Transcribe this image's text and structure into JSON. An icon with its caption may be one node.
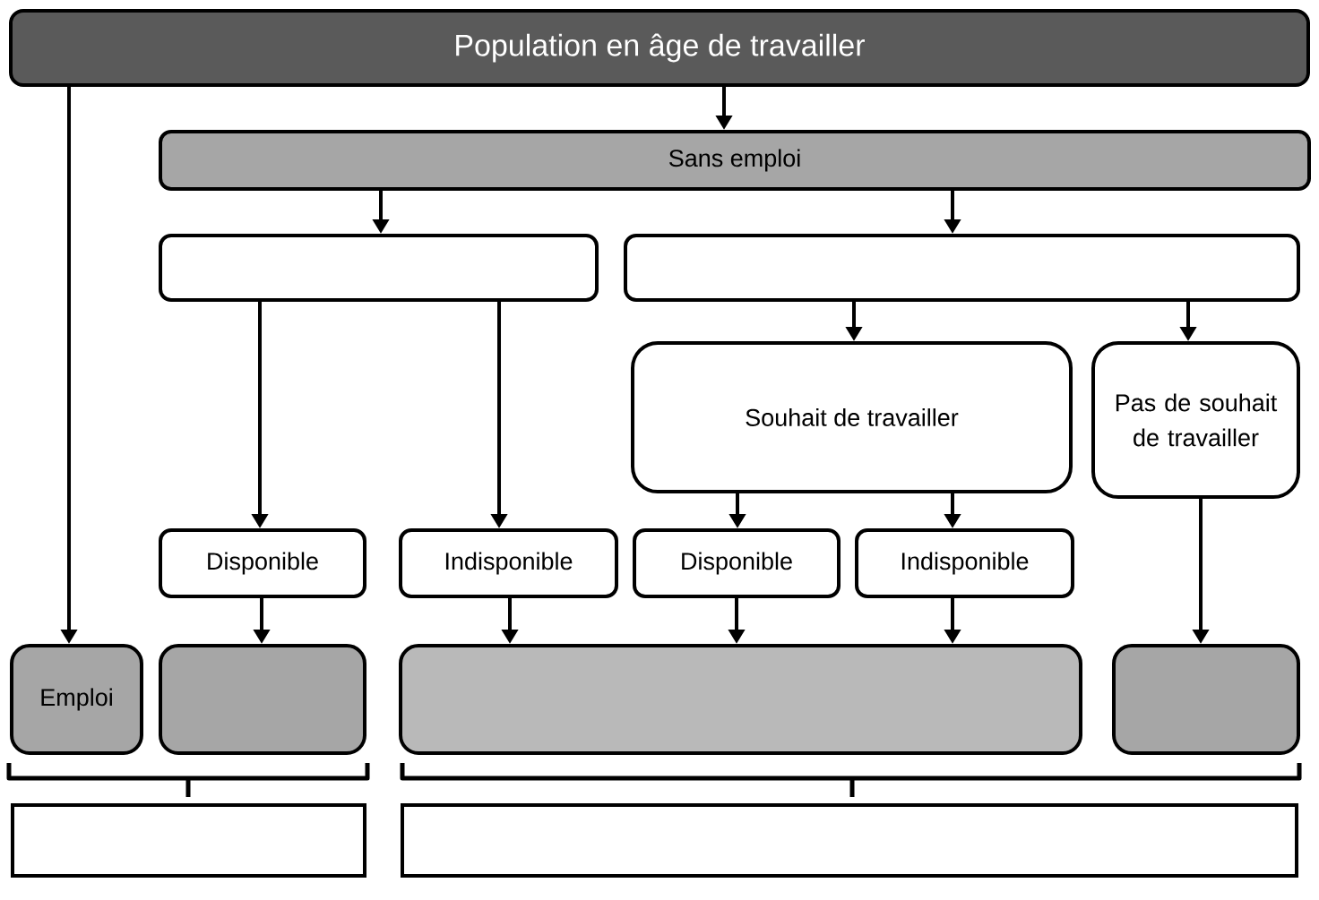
{
  "diagram": {
    "nodes": [
      {
        "text": [
          "Population en âge de travailler"
        ]
      },
      {
        "text": [
          "Sans emploi"
        ]
      },
      {
        "text": [],
        "shape": "box"
      },
      {
        "text": [],
        "shape": "box"
      },
      {
        "text": [
          "Souhait de travailler"
        ]
      },
      {
        "text": [
          "Pas de souhait de travailler"
        ]
      },
      {
        "text": [
          "Disponible"
        ]
      },
      {
        "text": [
          "Indisponible"
        ]
      },
      {
        "text": [
          "Disponible"
        ]
      },
      {
        "text": [
          "Indisponible"
        ]
      },
      {
        "text": [
          "Emploi"
        ]
      },
      {
        "text": [],
        "shape": "box"
      },
      {
        "text": [],
        "shape": "box"
      },
      {
        "text": [],
        "shape": "box"
      },
      {
        "text": [],
        "shape": "box"
      },
      {
        "text": [],
        "shape": "box"
      }
    ],
    "edges": [
      {
        "from": 0,
        "to": 10,
        "arrow": "to"
      },
      {
        "from": 0,
        "to": 1,
        "arrow": "to"
      },
      {
        "from": 1,
        "to": 2,
        "arrow": "to"
      },
      {
        "from": 1,
        "to": 3,
        "arrow": "to"
      },
      {
        "from": 2,
        "to": 6,
        "arrow": "to"
      },
      {
        "from": 2,
        "to": 7,
        "arrow": "to"
      },
      {
        "from": 3,
        "to": 4,
        "arrow": "to"
      },
      {
        "from": 3,
        "to": 5,
        "arrow": "to"
      },
      {
        "from": 4,
        "to": 8,
        "arrow": "to"
      },
      {
        "from": 4,
        "to": 9,
        "arrow": "to"
      },
      {
        "from": 5,
        "to": 13,
        "arrow": "to"
      },
      {
        "from": 6,
        "to": 11,
        "arrow": "to"
      },
      {
        "from": 7,
        "to": 12,
        "arrow": "to"
      },
      {
        "from": 8,
        "to": 12,
        "arrow": "to"
      },
      {
        "from": 9,
        "to": 12,
        "arrow": "to"
      }
    ]
  }
}
